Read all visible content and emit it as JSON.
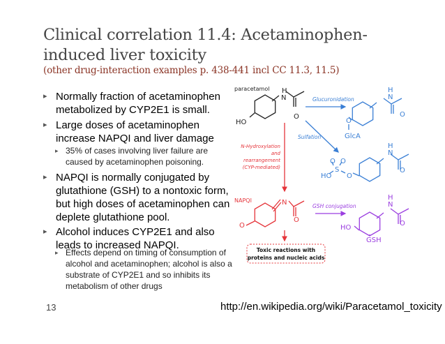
{
  "title": {
    "line1": "Clinical correlation 11.4: Acetaminophen-",
    "line2": "induced liver toxicity",
    "subtitle": "(other drug-interaction examples p. 438-441 incl CC 11.3, 11.5)"
  },
  "bullets": [
    {
      "text": "Normally fraction of acetaminophen metabolized by CYP2E1 is small."
    },
    {
      "text": "Large doses of acetaminophen increase NAPQI and liver damage",
      "sub": "35% of cases involving liver failure are caused by acetaminophen poisoning."
    },
    {
      "text": "NAPQI is normally conjugated by glutathione (GSH) to a nontoxic form, but high doses of acetaminophen can deplete glutathione pool."
    },
    {
      "text": "Alcohol induces CYP2E1 and also leads to increased NAPQI.",
      "sub": "Effects depend on timing of consumption of alcohol and acetaminophen; alcohol is also a substrate of CYP2E1 and so inhibits its metabolism of other drugs"
    }
  ],
  "bullet_marker": "▸",
  "diagram": {
    "paracetamol": "paracetamol",
    "H": "H",
    "N": "N",
    "O": "O",
    "HO": "HO",
    "GlcA": "GlcA",
    "S": "S",
    "GSH": "GSH",
    "glucuronidation": "Glucuronidation",
    "sulfation": "Sulfation",
    "hydroxylation": [
      "N-Hydroxylation",
      "and",
      "rearrangement",
      "(CYP-mediated)"
    ],
    "napqi": "NAPQI",
    "gsh_conjugation": "GSH conjugation",
    "toxic": [
      "Toxic reactions with",
      "proteins and nucleic acids"
    ],
    "colors": {
      "parent": "#222222",
      "conjugate": "#3a7fd5",
      "toxic": "#e5343a",
      "gsh": "#9b3fe0"
    }
  },
  "footer": {
    "page": "13",
    "url": "http://en.wikipedia.org/wiki/Paracetamol_toxicity"
  }
}
